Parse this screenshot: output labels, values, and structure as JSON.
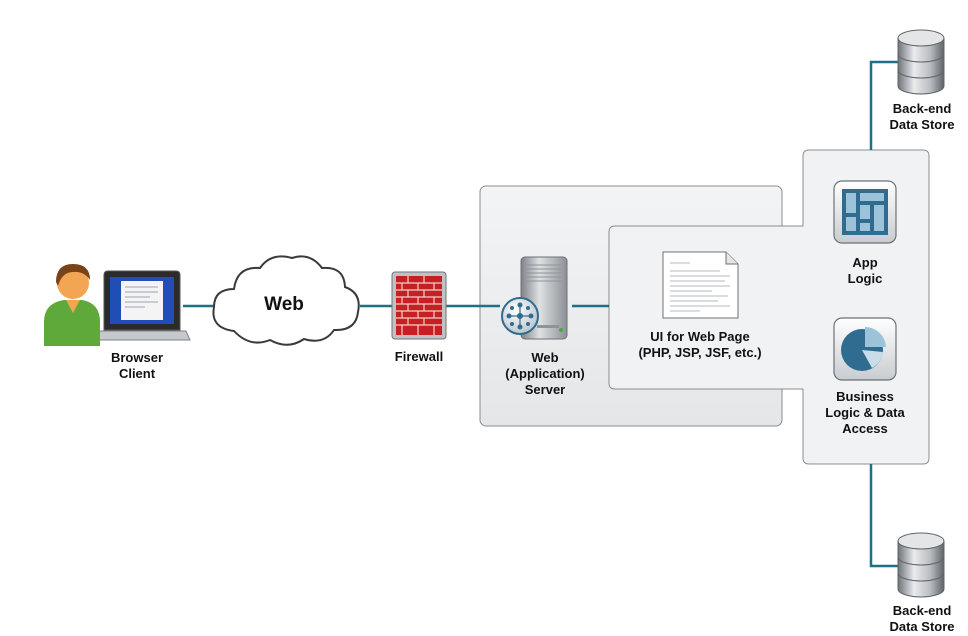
{
  "colors": {
    "connector": "#1f6f86",
    "panel_fill": "#ecedef",
    "panel_stroke": "#8a8d91",
    "person_skin": "#f2a553",
    "person_hair": "#7a4317",
    "person_shirt": "#5fa83a",
    "screen_blue": "#1f4fb4",
    "brick": "#c62024",
    "icon_blue": "#2f6c8f"
  },
  "nodes": {
    "browser_client": {
      "icon": "user-with-laptop-icon",
      "label_lines": [
        "Browser",
        "Client"
      ]
    },
    "web_cloud": {
      "icon": "cloud-icon",
      "label": "Web"
    },
    "firewall": {
      "icon": "brick-wall-icon",
      "label": "Firewall"
    },
    "web_server": {
      "icon": "server-tower-icon",
      "label_lines": [
        "Web",
        "(Application)",
        "Server"
      ]
    },
    "ui_web_page": {
      "icon": "document-icon",
      "label_lines": [
        "UI for Web Page",
        "(PHP, JSP, JSF, etc.)"
      ]
    },
    "app_logic": {
      "icon": "app-logic-icon",
      "label_lines": [
        "App",
        "Logic"
      ]
    },
    "business_logic": {
      "icon": "pie-chart-icon",
      "label_lines": [
        "Business",
        "Logic & Data",
        "Access"
      ]
    },
    "datastore_top": {
      "icon": "database-icon",
      "label_lines": [
        "Back-end",
        "Data Store"
      ]
    },
    "datastore_bottom": {
      "icon": "database-icon",
      "label_lines": [
        "Back-end",
        "Data Store"
      ]
    }
  }
}
